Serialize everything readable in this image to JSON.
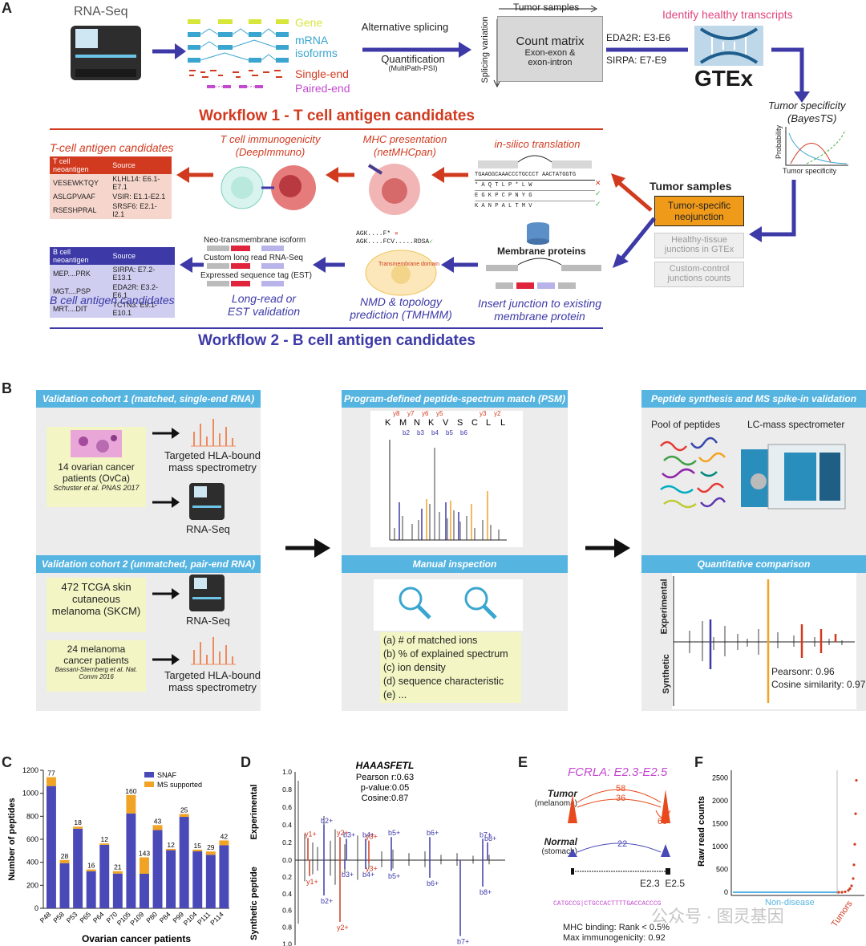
{
  "panelA": {
    "letter": "A",
    "rnaseq": "RNA-Seq",
    "gene_labels": [
      "Gene",
      "mRNA",
      "isoforms",
      "Single-end",
      "Paired-end"
    ],
    "alt_splicing": "Alternative splicing",
    "quantification": "Quantification",
    "multipath": "(MultiPath-PSI)",
    "tumor_samples_top": "Tumor samples",
    "splicing_variation": "Splicing variation",
    "count_matrix": "Count matrix",
    "count_sub1": "Exon-exon &",
    "count_sub2": "exon-intron",
    "eda2r": "EDA2R: E3-E6",
    "sirpa": "SIRPA: E7-E9",
    "identify_healthy": "Identify healthy transcripts",
    "gtex": "GTEx",
    "tumor_specificity": "Tumor specificity",
    "bayests": "(BayesTS)",
    "probability": "Probability",
    "tumor_specificity_axis": "Tumor specificity",
    "wf1_title": "Workflow 1 - T cell antigen candidates",
    "wf2_title": "Workflow 2 - B cell antigen candidates",
    "tcell_candidates": "T-cell antigen candidates",
    "tcell_headers": [
      "T cell neoantigen",
      "Source"
    ],
    "tcell_rows": [
      [
        "VESEWKTQY",
        "KLHL14: E6.1-E7.1"
      ],
      [
        "ASLGPVAAF",
        "VSIR: E1.1-E2.1"
      ],
      [
        "RSESHPRAL",
        "SRSF6: E2.1-I2.1"
      ]
    ],
    "immunogenicity": "T cell immunogenicity",
    "deepimmuno": "(DeepImmuno)",
    "mhc_presentation": "MHC presentation",
    "netmhcpan": "(netMHCpan)",
    "insilico": "in-silico translation",
    "seq_dna": "TGAAGGCAAACCCTGCCCT AACTATGGTG",
    "seq_f1": "* A Q T L P * L W",
    "seq_f2": "E G K P C P N Y G",
    "seq_f3": "K A N P A L T M V",
    "tumor_samples": "Tumor samples",
    "tumor_specific_neojunction": "Tumor-specific neojunction",
    "healthy_gtex": "Healthy-tissue junctions in GTEx",
    "custom_control": "Custom-control junctions counts",
    "bcell_headers": [
      "B cell neoantigen",
      "Source"
    ],
    "bcell_rows": [
      [
        "MEP....PRK",
        "SIRPA: E7.2-E13.1"
      ],
      [
        "MGT....PSP",
        "EDA2R: E3.2-E6.1"
      ],
      [
        "MRT....DIT",
        "TCTN3: E9.1-E10.1"
      ]
    ],
    "bcell_candidates": "B cell antigen candidates",
    "neo_tm": "Neo-transmembrane isoform",
    "custom_long": "Custom long read RNA-Seq",
    "est": "Expressed sequence tag (EST)",
    "long_read": "Long-read or",
    "est_validation": "EST validation",
    "agk1": "AGK....F* ",
    "agk2": "AGK....FCV.....RDSA",
    "tm_domain": "Transmembrane domain",
    "nmd": "NMD & topology",
    "tmhmm": "prediction (TMHMM)",
    "membrane_proteins": "Membrane proteins",
    "insert_junction": "Insert junction to existing",
    "membrane_protein": "membrane protein"
  },
  "panelB": {
    "letter": "B",
    "vc1_title": "Validation cohort 1 (matched, single-end RNA)",
    "vc1_patients": "14 ovarian cancer patients (OvCa)",
    "vc1_ref": "Schuster et al. PNAS 2017",
    "targeted_hla": "Targeted HLA-bound mass spectrometry",
    "rnaseq": "RNA-Seq",
    "vc2_title": "Validation cohort 2 (unmatched, pair-end RNA)",
    "vc2_patients": "472 TCGA skin cutaneous melanoma (SKCM)",
    "vc2_melanoma": "24 melanoma cancer patients",
    "vc2_ref": "Bassani-Sternberg et al. Nat. Comm 2016",
    "psm_title": "Program-defined peptide-spectrum match (PSM)",
    "peptide_letters": [
      "K",
      "M",
      "N",
      "K",
      "V",
      "S",
      "C",
      "L",
      "L"
    ],
    "y_ions": [
      "y8",
      "y7",
      "y6",
      "y5",
      "y3",
      "y2"
    ],
    "b_ions": [
      "b2",
      "b3",
      "b4",
      "b5",
      "b6"
    ],
    "manual_title": "Manual inspection",
    "manual_items": [
      "(a) # of matched ions",
      "(b) % of explained spectrum",
      "(c) ion density",
      "(d) sequence characteristic",
      "(e) ..."
    ],
    "synth_title": "Peptide synthesis and MS spike-in validation",
    "pool": "Pool of peptides",
    "lcms": "LC-mass spectrometer",
    "quant_title": "Quantitative comparison",
    "experimental": "Experimental",
    "synthetic": "Synthetic",
    "pearson": "Pearsonr: 0.96",
    "cosine": "Cosine similarity: 0.97"
  },
  "chart_data": [
    {
      "type": "bar",
      "panel": "C",
      "categories": [
        "P48",
        "P58",
        "P53",
        "P65",
        "P64",
        "P70",
        "P105",
        "P109",
        "P80",
        "P84",
        "P99",
        "P104",
        "P111",
        "P114"
      ],
      "series": [
        {
          "name": "SNAF",
          "values": [
            1063,
            392,
            692,
            322,
            552,
            302,
            825,
            300,
            680,
            505,
            795,
            495,
            465,
            548
          ]
        },
        {
          "name": "MS supported",
          "values": [
            77,
            28,
            18,
            16,
            12,
            21,
            160,
            143,
            43,
            12,
            25,
            15,
            29,
            42
          ]
        }
      ],
      "data_labels": [
        "77",
        "28",
        "18",
        "16",
        "12",
        "21",
        "160",
        "143",
        "43",
        "12",
        "25",
        "15",
        "29",
        "42"
      ],
      "xlabel": "Ovarian cancer patients",
      "ylabel": "Number of peptides",
      "ylim": [
        0,
        1200
      ],
      "yticks": [
        0,
        200,
        400,
        600,
        800,
        1000,
        1200
      ],
      "legend": "top-right"
    },
    {
      "type": "bar",
      "panel": "D",
      "title": "HAAASFETL",
      "stats": [
        "Pearson r:0.63",
        "p-value:0.05",
        "Cosine:0.87"
      ],
      "ylabel_top": "Experimental",
      "ylabel_bottom": "Synthetic peptide",
      "yticks_top": [
        "1.0",
        "0.8",
        "0.6",
        "0.4",
        "0.2",
        "0.0"
      ],
      "yticks_bottom": [
        "0.2",
        "0.4",
        "0.6",
        "0.8",
        "1.0"
      ],
      "top_labels": [
        "y1+",
        "y2+",
        "b2+",
        "b3+",
        "b4+",
        "y3+",
        "b5+",
        "b6+",
        "b7+",
        "b8+"
      ],
      "bottom_labels": [
        "y3+",
        "y1+",
        "b3+",
        "b4+",
        "b5+",
        "b2+",
        "b6+",
        "y2+",
        "b8+",
        "b7+"
      ]
    },
    {
      "type": "diagram",
      "panel": "E",
      "title": "FCRLA: E2.3-E2.5",
      "tumor": "Tumor",
      "tumor_sub": "(melanoma)",
      "normal": "Normal",
      "normal_sub": "(stomach)",
      "tumor_counts": [
        "58",
        "36",
        "69"
      ],
      "normal_counts": [
        "22"
      ],
      "exons": "E2.3  E2.5",
      "seq": "CATGCCG|CTGCCACTTTTGACCACCCG",
      "mhc": "MHC binding: Rank < 0.5%",
      "immuno": "Max immunogenicity: 0.92"
    },
    {
      "type": "scatter",
      "panel": "F",
      "ylabel": "Raw read counts",
      "yticks": [
        0,
        500,
        1000,
        1500,
        2000,
        2500
      ],
      "ylim": [
        0,
        2600
      ],
      "labels": [
        "Non-disease",
        "Tumors"
      ]
    }
  ],
  "panel_letters": {
    "c": "C",
    "d": "D",
    "e": "E",
    "f": "F"
  },
  "watermark": "公众号 · 图灵基因",
  "colors": {
    "navy": "#3d3aa8",
    "red": "#d13a1f",
    "snaf": "#4a49b8",
    "ms": "#f0a325",
    "tealbox": "#56b4e0"
  }
}
